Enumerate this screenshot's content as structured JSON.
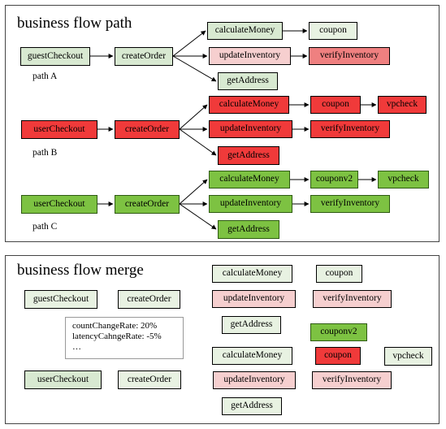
{
  "flow_path": {
    "title": "business flow path",
    "path_a": {
      "label": "path A",
      "guest_checkout": "guestCheckout",
      "create_order": "createOrder",
      "calculate_money": "calculateMoney",
      "coupon": "coupon",
      "update_inventory": "updateInventory",
      "verify_inventory": "verifyInventory",
      "get_address": "getAddress"
    },
    "path_b": {
      "label": "path B",
      "user_checkout": "userCheckout",
      "create_order": "createOrder",
      "calculate_money": "calculateMoney",
      "coupon": "coupon",
      "vpcheck": "vpcheck",
      "update_inventory": "updateInventory",
      "verify_inventory": "verifyInventory",
      "get_address": "getAddress"
    },
    "path_c": {
      "label": "path C",
      "user_checkout": "userCheckout",
      "create_order": "createOrder",
      "calculate_money": "calculateMoney",
      "couponv2": "couponv2",
      "vpcheck": "vpcheck",
      "update_inventory": "updateInventory",
      "verify_inventory": "verifyInventory",
      "get_address": "getAddress"
    }
  },
  "flow_merge": {
    "title": "business flow merge",
    "guest_checkout": "guestCheckout",
    "create_order_1": "createOrder",
    "calculate_money_1": "calculateMoney",
    "coupon_1": "coupon",
    "update_inventory_1": "updateInventory",
    "verify_inventory_1": "verifyInventory",
    "get_address_1": "getAddress",
    "metrics": {
      "line1": "countChangeRate: 20%",
      "line2": "latencyCahngeRate: -5%",
      "line3": "…"
    },
    "user_checkout": "userCheckout",
    "create_order_2": "createOrder",
    "calculate_money_2": "calculateMoney",
    "couponv2": "couponv2",
    "coupon_2": "coupon",
    "vpcheck": "vpcheck",
    "update_inventory_2": "updateInventory",
    "verify_inventory_2": "verifyInventory",
    "get_address_2": "getAddress"
  },
  "colors": {
    "green_light": "#d8e9d1",
    "green_pale": "#e8f2e2",
    "green": "#7dc242",
    "pink": "#f6cfcf",
    "salmon": "#ef8080",
    "red": "#f03a3a",
    "callout_blue": "#4472c4"
  }
}
